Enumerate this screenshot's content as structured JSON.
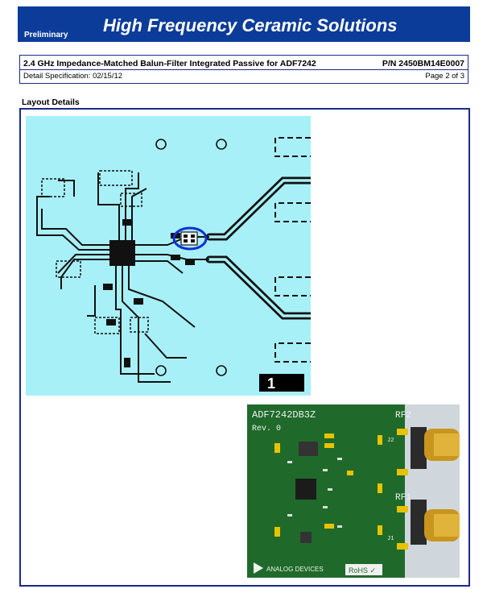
{
  "header": {
    "preliminary": "Preliminary",
    "title": "High Frequency Ceramic Solutions"
  },
  "spec": {
    "description": "2.4 GHz Impedance-Matched Balun-Filter Integrated Passive for ADF7242",
    "part_number": "P/N 2450BM14E0007",
    "detail_spec": "Detail Specification:   02/15/12",
    "page": "Page 2 of 3"
  },
  "section": {
    "label": "Layout Details"
  },
  "layout_image": {
    "layer_number": "1"
  },
  "board_photo": {
    "board_name": "ADF7242DB3Z",
    "revision": "Rev. 0",
    "rf2_label": "RF2",
    "rf1_label": "RF1",
    "j2_label": "J2",
    "j1_label": "J1",
    "vendor_logo": "ANALOG DEVICES",
    "rohs": "RoHS ✓"
  },
  "colors": {
    "banner": "#0b3c9a",
    "border": "#1a2a8a",
    "pcb_background": "#a8f0f8",
    "board_green": "#1f6a2a",
    "pad_gold": "#e8c200",
    "highlight_ring": "#1030d0"
  }
}
